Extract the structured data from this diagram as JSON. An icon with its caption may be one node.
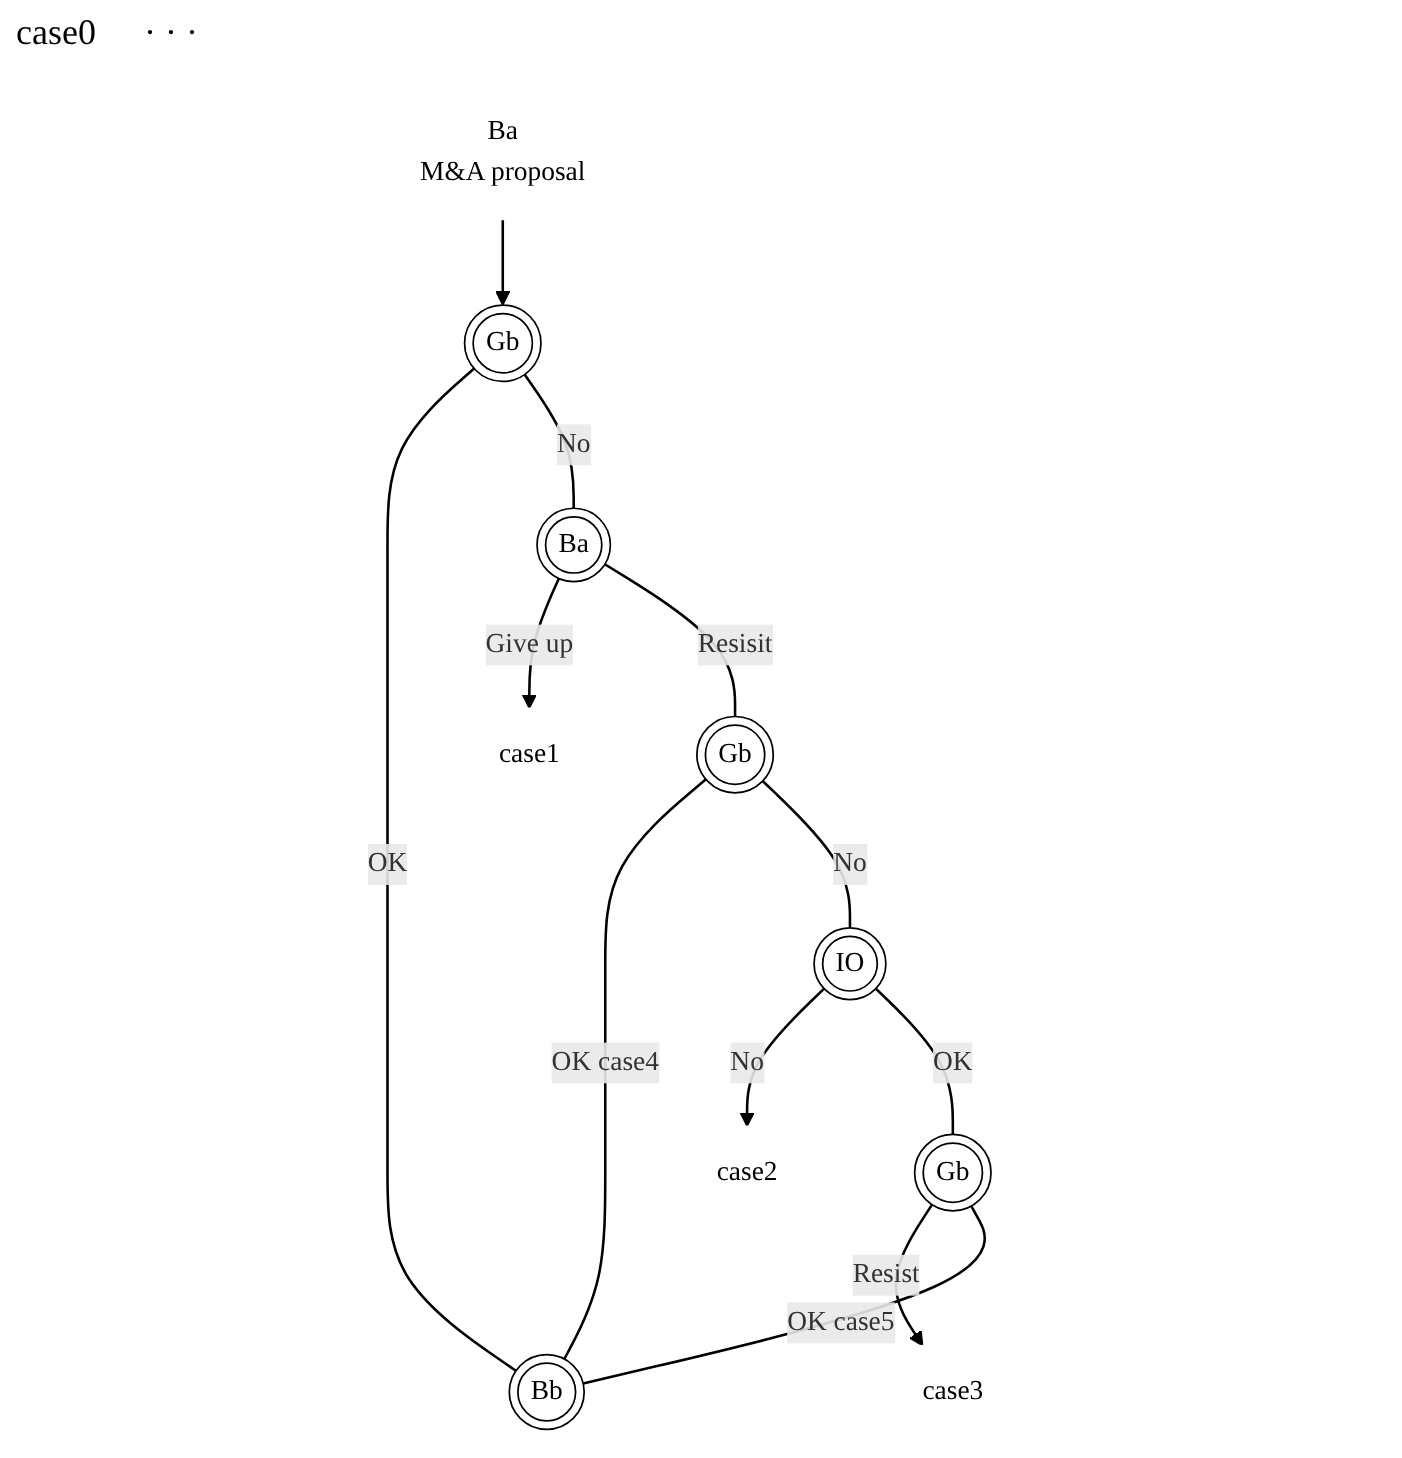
{
  "diagram": {
    "nodes": [
      {
        "text": [
          "Ba",
          "M&A proposal"
        ]
      },
      {
        "text": [
          "Gb"
        ]
      },
      {
        "text": [
          "Bb"
        ]
      },
      {
        "text": [
          "Ba"
        ]
      },
      {
        "text": [
          "case1"
        ]
      },
      {
        "text": [
          "Gb"
        ]
      },
      {
        "text": [
          "IO"
        ]
      },
      {
        "text": [
          "case2"
        ]
      },
      {
        "text": [
          "Gb"
        ]
      },
      {
        "text": [
          "case3"
        ]
      }
    ],
    "edges": [
      {
        "from": 0,
        "to": 1,
        "arrow": "to"
      },
      {
        "from": 1,
        "to": 2,
        "label": "OK",
        "arrow": "none"
      },
      {
        "from": 1,
        "to": 3,
        "label": "No",
        "arrow": "none"
      },
      {
        "from": 3,
        "to": 4,
        "label": "Give up",
        "arrow": "to"
      },
      {
        "from": 3,
        "to": 5,
        "label": "Resisit",
        "arrow": "none"
      },
      {
        "from": 5,
        "to": 2,
        "label": "OK case4",
        "arrow": "none"
      },
      {
        "from": 5,
        "to": 6,
        "label": "No",
        "arrow": "none"
      },
      {
        "from": 6,
        "to": 7,
        "label": "No",
        "arrow": "to"
      },
      {
        "from": 6,
        "to": 8,
        "label": "OK",
        "arrow": "none"
      },
      {
        "from": 8,
        "to": 9,
        "label": "Resist",
        "arrow": "to"
      },
      {
        "from": 8,
        "to": 2,
        "label": "OK case5",
        "arrow": "none"
      }
    ],
    "labels": [
      "case0",
      "· · ·"
    ]
  }
}
